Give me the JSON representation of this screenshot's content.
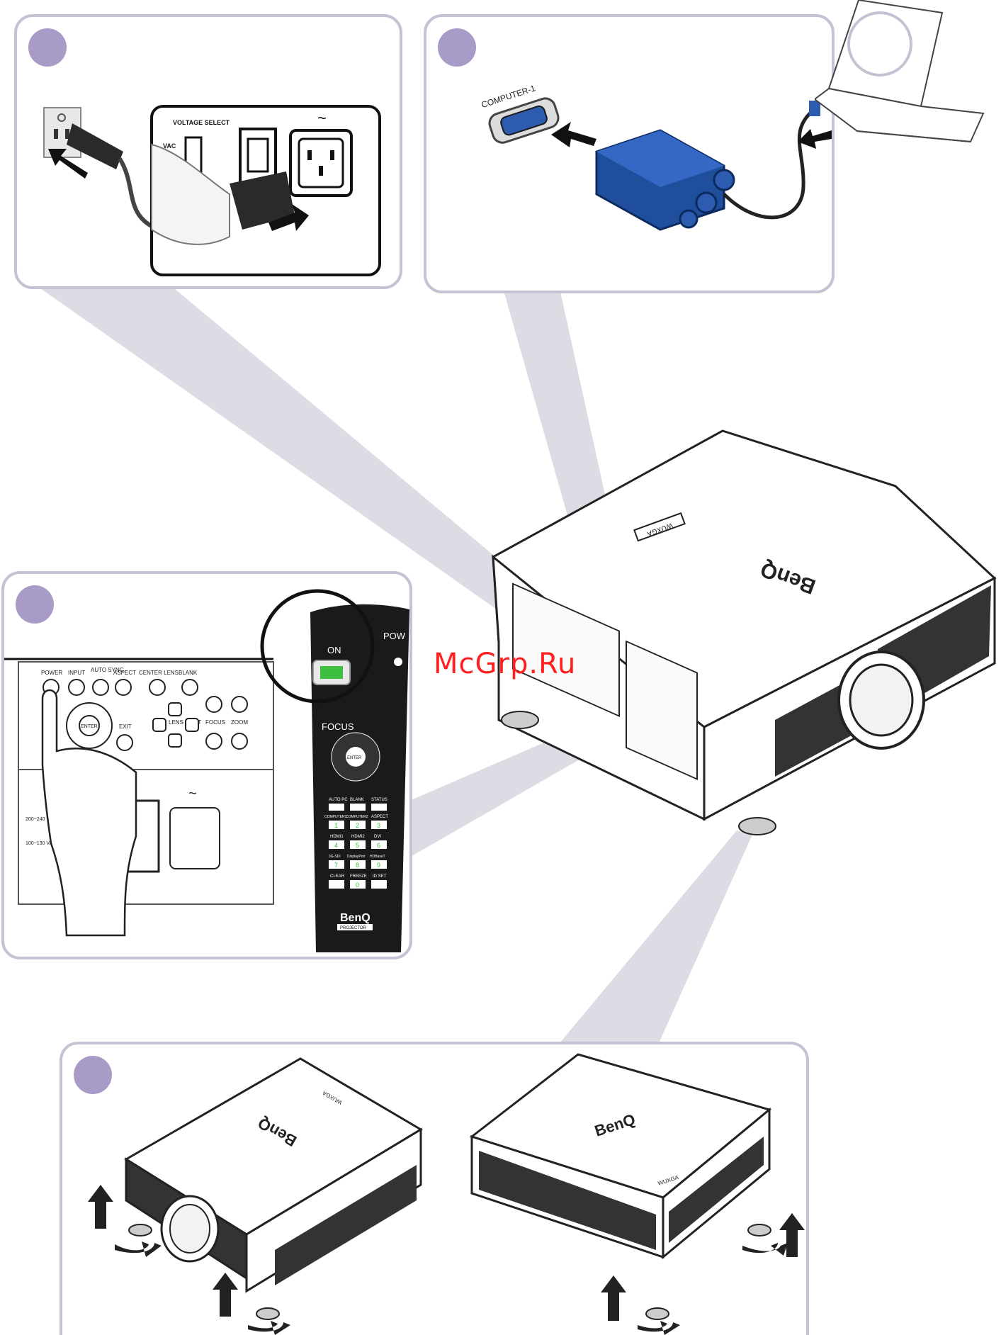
{
  "watermark": "McGrp.Ru",
  "step1": {
    "voltage_select": "VOLTAGE SELECT",
    "vac": "VAC",
    "ac_symbol": "~"
  },
  "step2": {
    "port_label": "COMPUTER-1"
  },
  "step3": {
    "panel_buttons": [
      "POWER",
      "INPUT",
      "AUTO SYNC",
      "ASPECT",
      "CENTER LENS",
      "BLANK"
    ],
    "exit": "EXIT",
    "enter": "ENTER",
    "lens_shift": "LENS SHIFT",
    "focus": "FOCUS",
    "zoom": "ZOOM",
    "ac_symbol": "~",
    "voltage_high": "200~240 VAC",
    "voltage_low": "100~130 VAC",
    "remote": {
      "on": "ON",
      "pow": "POW",
      "focus": "FOCUS",
      "enter": "ENTER",
      "row1": [
        "AUTO PC",
        "BLANK",
        "STATUS"
      ],
      "row2": [
        "COMPUTER1",
        "COMPUTER2",
        "ASPECT"
      ],
      "row2_keys": [
        "1",
        "2",
        "3"
      ],
      "row3": [
        "HDMI1",
        "HDMI2",
        "DVI"
      ],
      "row3_keys": [
        "4",
        "5",
        "6"
      ],
      "row4": [
        "3G-SDI",
        "DisplayPort",
        "HDBaseT"
      ],
      "row4_keys": [
        "7",
        "8",
        "9"
      ],
      "row5": [
        "CLEAR",
        "FREEZE",
        "ID SET"
      ],
      "row5_keys": [
        "0"
      ],
      "brand": "BenQ",
      "projector": "PROJECTOR"
    }
  },
  "projector": {
    "brand": "BenQ",
    "model": "WUXGA"
  },
  "colors": {
    "panel_border": "#c7c2d3",
    "badge": "#a99bc8",
    "beam": "#d9d5e0",
    "adapter_blue": "#1f4e9c",
    "remote_body": "#1a1a1a",
    "remote_screen": "#3fbf3f"
  }
}
